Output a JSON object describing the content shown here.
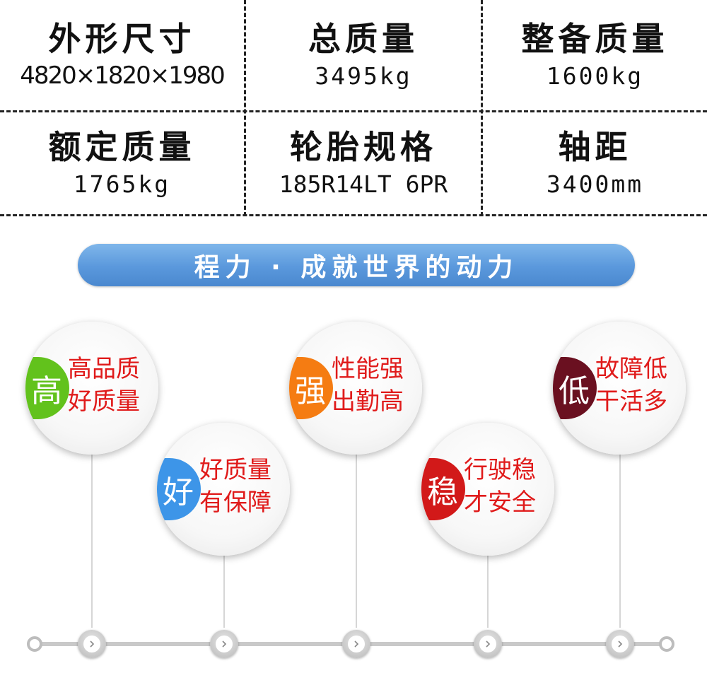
{
  "specs": [
    {
      "label": "外形尺寸",
      "value": "4820×1820×1980"
    },
    {
      "label": "总质量",
      "value": "3495kg"
    },
    {
      "label": "整备质量",
      "value": "1600kg"
    },
    {
      "label": "额定质量",
      "value": "1765kg"
    },
    {
      "label": "轮胎规格",
      "value": "185R14LT 6PR"
    },
    {
      "label": "轴距",
      "value": "3400mm"
    }
  ],
  "slogan": "程力 · 成就世界的动力",
  "features": [
    {
      "badge": "高",
      "line1": "高品质",
      "line2": "好质量",
      "color": "#62c21c"
    },
    {
      "badge": "好",
      "line1": "好质量",
      "line2": "有保障",
      "color": "#3d95e8"
    },
    {
      "badge": "强",
      "line1": "性能强",
      "line2": "出勤高",
      "color": "#f57c12"
    },
    {
      "badge": "稳",
      "line1": "行驶稳",
      "line2": "才安全",
      "color": "#d21919"
    },
    {
      "badge": "低",
      "line1": "故障低",
      "line2": "干活多",
      "color": "#6a1020"
    }
  ],
  "colors": {
    "banner": "#5a98dc",
    "feature_text": "#e01b1b"
  },
  "icons": {
    "timeline_node": "chevron-right-icon"
  }
}
